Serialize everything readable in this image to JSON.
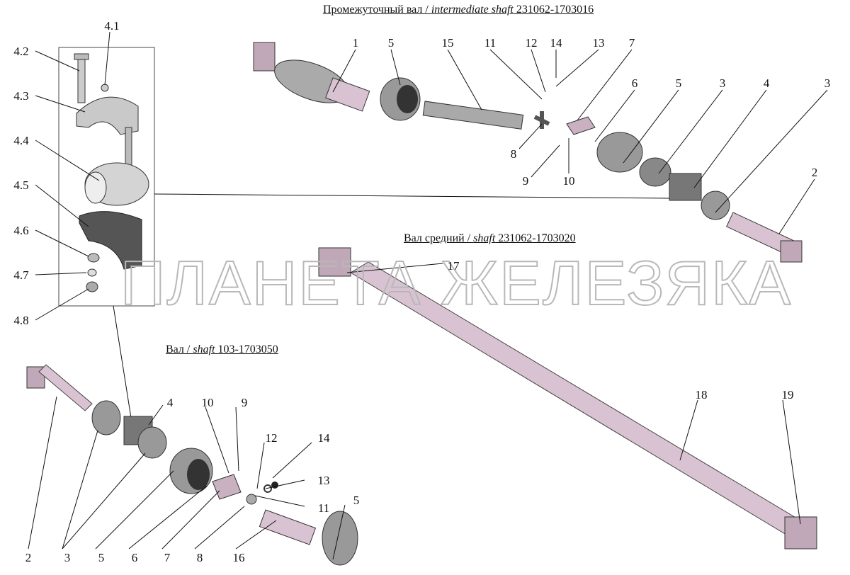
{
  "titles": {
    "intermediate": {
      "ru": "Промежуточный вал / ",
      "en": "intermediate shaft",
      "num": " 231062-1703016"
    },
    "middle": {
      "ru": "Вал средний / ",
      "en": "shaft",
      "num": " 231062-1703020"
    },
    "shaft": {
      "ru": "Вал / ",
      "en": "shaft",
      "num": " 103-1703050"
    }
  },
  "watermark": "ПЛАНЕТА ЖЕЛЕЗЯКА",
  "colors": {
    "shaft": "#d9c3d3",
    "rubber": "#9a9a9a",
    "metal": "#b5b5b5",
    "line": "#111111"
  },
  "labels": {
    "top": [
      "1",
      "5",
      "15",
      "11",
      "12",
      "14",
      "13",
      "7",
      "6",
      "5",
      "3",
      "4",
      "3",
      "2",
      "8",
      "9",
      "10"
    ],
    "support": [
      "4.1",
      "4.2",
      "4.3",
      "4.4",
      "4.5",
      "4.6",
      "4.7",
      "4.8"
    ],
    "middle": [
      "17",
      "18",
      "19"
    ],
    "bottom": [
      "4",
      "10",
      "9",
      "12",
      "14",
      "13",
      "11",
      "5",
      "2",
      "3",
      "5",
      "6",
      "7",
      "8",
      "16"
    ]
  }
}
